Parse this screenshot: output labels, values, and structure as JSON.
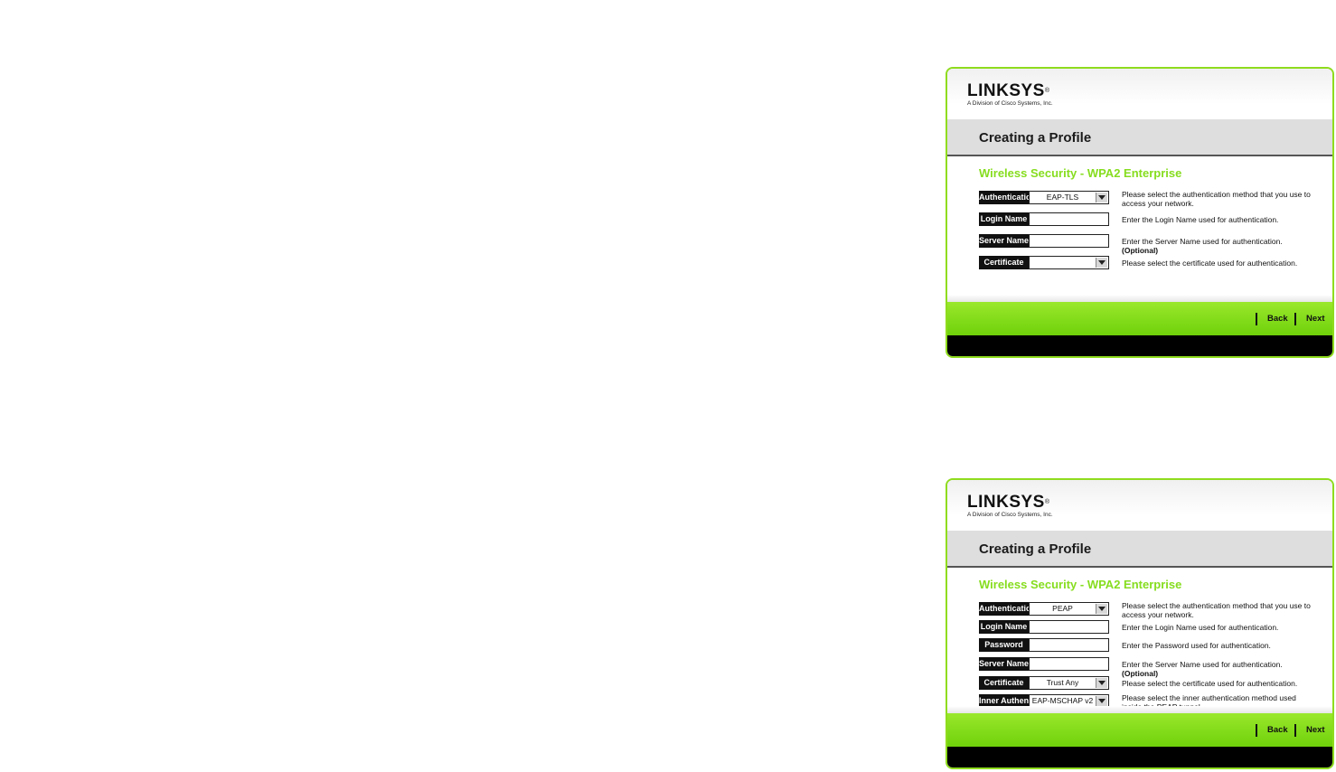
{
  "brand": {
    "name": "LINKSYS",
    "reg": "®",
    "tagline": "A Division of Cisco Systems, Inc."
  },
  "screens": [
    {
      "title": "Creating a Profile",
      "section": "Wireless Security - WPA2 Enterprise",
      "fields": [
        {
          "label": "Authentication",
          "value": "EAP-TLS",
          "type": "select",
          "help": "Please select the authentication method that you use to access your network.",
          "help_bold": ""
        },
        {
          "label": "Login Name",
          "value": "",
          "type": "text",
          "help": "Enter the Login Name used for authentication.",
          "help_bold": ""
        },
        {
          "label": "Server Name",
          "value": "",
          "type": "text",
          "help": "Enter the Server Name used for authentication. ",
          "help_bold": "(Optional)"
        },
        {
          "label": "Certificate",
          "value": "",
          "type": "select",
          "help": "Please select the certificate used for authentication.",
          "help_bold": ""
        }
      ],
      "nav": {
        "back": "Back",
        "next": "Next"
      }
    },
    {
      "title": "Creating a Profile",
      "section": "Wireless Security - WPA2 Enterprise",
      "fields": [
        {
          "label": "Authentication",
          "value": "PEAP",
          "type": "select",
          "help": "Please select the authentication method that you use to access your network.",
          "help_bold": ""
        },
        {
          "label": "Login Name",
          "value": "",
          "type": "text",
          "help": "Enter the Login Name used for authentication.",
          "help_bold": ""
        },
        {
          "label": "Password",
          "value": "",
          "type": "text",
          "help": "Enter the Password used for authentication.",
          "help_bold": ""
        },
        {
          "label": "Server Name",
          "value": "",
          "type": "text",
          "help": "Enter the Server Name used for authentication. ",
          "help_bold": "(Optional)"
        },
        {
          "label": "Certificate",
          "value": "Trust Any",
          "type": "select",
          "help": "Please select the certificate used for authentication.",
          "help_bold": ""
        },
        {
          "label": "Inner Authen.",
          "value": "EAP-MSCHAP v2",
          "type": "select",
          "help": "Please select the inner authentication method used inside the PEAP tunnel.",
          "help_bold": ""
        }
      ],
      "nav": {
        "back": "Back",
        "next": "Next"
      }
    }
  ]
}
